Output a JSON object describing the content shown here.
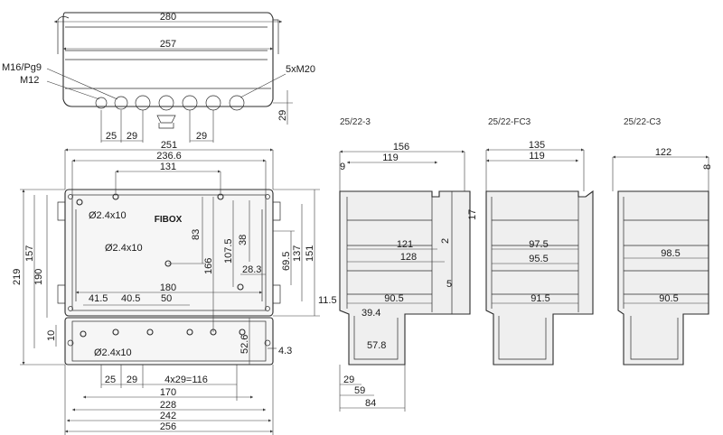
{
  "top_view": {
    "w280": "280",
    "w257": "257",
    "gland_label_1": "M16/Pg9",
    "gland_label_2": "M12",
    "gland_label_3": "5xM20",
    "d25": "25",
    "d29a": "29",
    "d29b": "29",
    "h29": "29"
  },
  "front_view": {
    "w251": "251",
    "w236_6": "236.6",
    "w131": "131",
    "hole_top": "Ø2.4x10",
    "hole_mid": "Ø2.4x10",
    "hole_bottom": "Ø2.4x10",
    "d83": "83",
    "d38": "38",
    "d107_5": "107.5",
    "d69_5": "69.5",
    "d137": "137",
    "d151": "151",
    "d219": "219",
    "d190": "190",
    "d157": "157",
    "d166": "166",
    "d28_3": "28.3",
    "d180": "180",
    "d41_5": "41.5",
    "d40_5": "40.5",
    "d50": "50",
    "d10": "10",
    "d52_6": "52.6",
    "d4_3": "4.3",
    "d25": "25",
    "d29": "29",
    "d4x29": "4x29=116",
    "d170": "170",
    "d228": "228",
    "d242": "242",
    "d256": "256",
    "logo": "FIBOX"
  },
  "section_a": {
    "title": "25/22-3",
    "d156": "156",
    "d119": "119",
    "d9": "9",
    "d17": "17",
    "d2": "2",
    "d121": "121",
    "d128": "128",
    "d5": "5",
    "d11_5": "11.5",
    "d90_5": "90.5",
    "d39_4": "39.4",
    "d57_8": "57.8",
    "d29": "29",
    "d59": "59",
    "d84": "84"
  },
  "section_b": {
    "title": "25/22-FC3",
    "d135": "135",
    "d119": "119",
    "d97_5": "97.5",
    "d95_5": "95.5",
    "d91_5": "91.5"
  },
  "section_c": {
    "title": "25/22-C3",
    "d122": "122",
    "d8": "8",
    "d98_5": "98.5",
    "d90_5": "90.5"
  }
}
